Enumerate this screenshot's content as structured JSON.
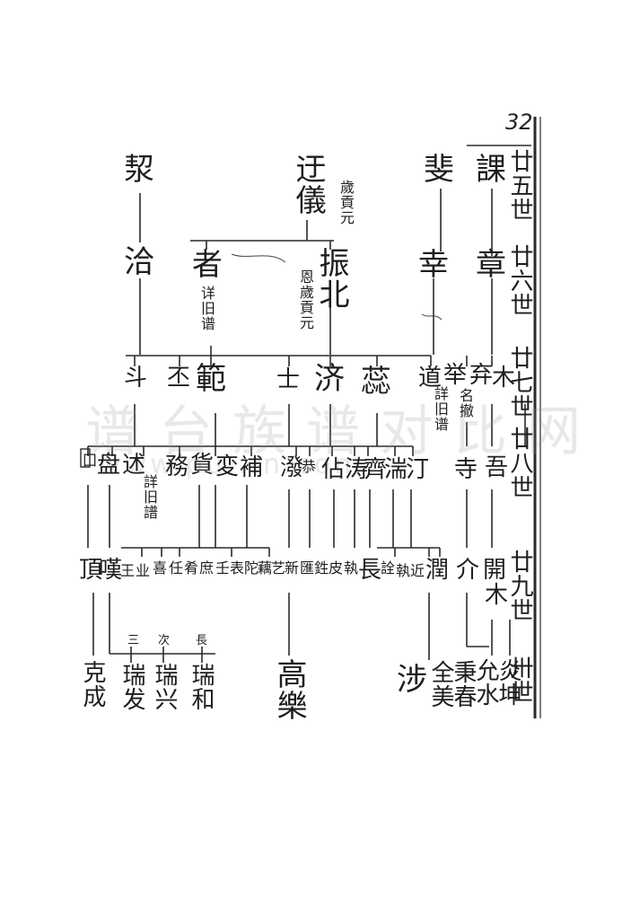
{
  "page_number": "32",
  "watermark": {
    "text": "谱台族谱对比网",
    "url": "www.pu...n.com"
  },
  "generations": [
    "廿五世",
    "廿六世",
    "廿七世",
    "廿八世",
    "廿九世",
    "卅世"
  ],
  "gen25": {
    "qie": "洯",
    "yi": "迂儀",
    "yi_note": "歲貢元",
    "fei": "斐",
    "ke": "課"
  },
  "gen26": {
    "qia": "洽",
    "zhe": "者",
    "zhe_note": "详旧谱",
    "zhenbei": "振北",
    "zhenbei_note": "恩歲貢元",
    "xing": "幸",
    "zhang": "章"
  },
  "gen27": {
    "dou": "斗",
    "pi": "丕",
    "fan": "範",
    "shi": "士",
    "ji": "济",
    "rui": "蕊",
    "dao": "道",
    "dao_note": "詳旧谱",
    "ju": "举",
    "ju_note": "名撤",
    "qi": "弃",
    "mu": "木"
  },
  "gen28": {
    "g28_1": "囗",
    "g28_2": "盘",
    "g28_3": "述",
    "g28_3_note": "詳旧譜",
    "g28_4": "務",
    "g28_5": "貨",
    "g28_6": "変",
    "g28_7": "補",
    "g28_8": "潑",
    "g28_9": "恭",
    "g28_10": "佔",
    "g28_11": "涛",
    "g28_12": "齊",
    "g28_13": "湍",
    "g28_14": "汀",
    "g28_15": "寺",
    "g28_16": "吾"
  },
  "gen29": {
    "g29_1": "頂",
    "g29_2": "嘆",
    "g29_3": "王",
    "g29_4": "业",
    "g29_5": "喜",
    "g29_6": "任",
    "g29_7": "肴",
    "g29_8": "庶",
    "g29_9": "壬",
    "g29_10": "表",
    "g29_11": "陀",
    "g29_12": "藕",
    "g29_13": "艺",
    "g29_14": "新",
    "g29_15": "匯",
    "g29_16": "鉎",
    "g29_17": "皮",
    "g29_18": "執",
    "g29_19": "長",
    "g29_20": "詮",
    "g29_21": "執",
    "g29_22": "近",
    "g29_23": "潤",
    "g29_24": "介",
    "g29_25": "開",
    "g29_26": "木"
  },
  "gen30": {
    "kecheng": "克成",
    "ruifa": "瑞发",
    "ruixing": "瑞兴",
    "ruihe": "瑞和",
    "rank_san": "三",
    "rank_ci": "次",
    "rank_zhang": "長",
    "gaole": "高樂",
    "bu": "涉",
    "quanmei": "全美",
    "jianchun": "秉春",
    "yunshui": "允水",
    "yankun": "炎坤"
  }
}
